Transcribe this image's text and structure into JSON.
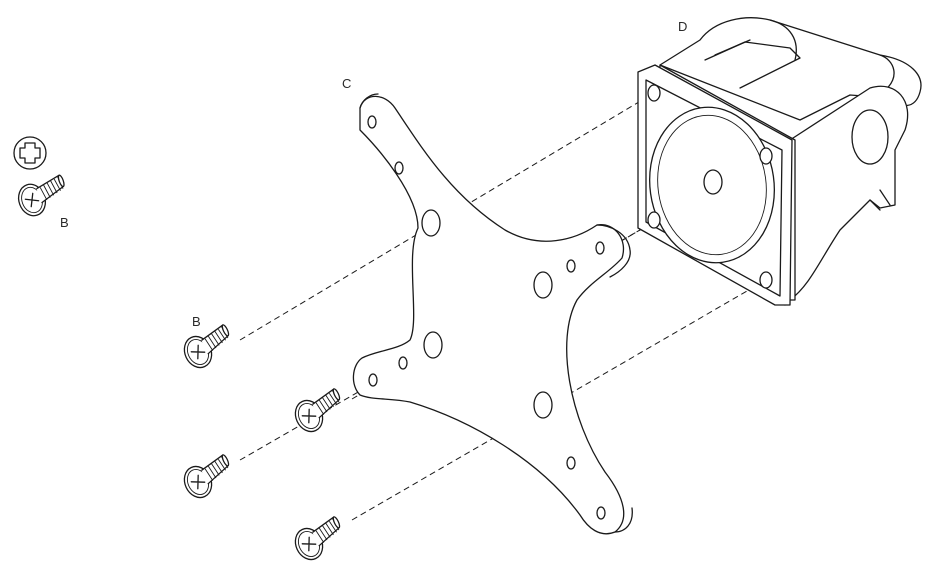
{
  "labels": {
    "screw_legend": "B",
    "screw_callout": "B",
    "plate": "C",
    "head": "D"
  },
  "icons": {
    "legend_symbol": "phillips-cross-icon",
    "screw": "countersunk-screw-icon"
  }
}
